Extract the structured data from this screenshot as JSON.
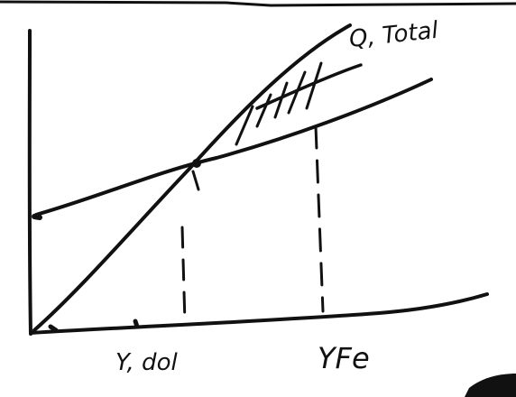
{
  "labels": {
    "curve_top": "Q, Total",
    "x_tick_left": "Y, dol",
    "x_tick_right": "YFe"
  },
  "colors": {
    "ink": "#111111",
    "background": "#ffffff"
  }
}
